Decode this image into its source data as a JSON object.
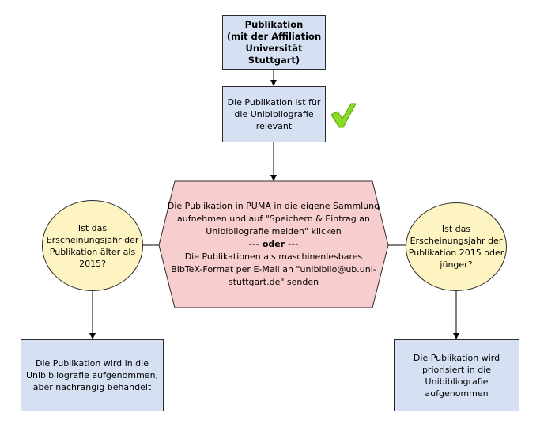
{
  "nodes": {
    "start": "Publikation\n(mit der Affiliation Universität\nStuttgart)",
    "relevant": "Die Publikation ist für\ndie Unibibliografie\nrelevant",
    "action_line1": "Die Publikation in PUMA in die eigene Sammlung\naufnehmen und auf \"Speichern & Eintrag an\nUnibibliografie melden\" klicken",
    "action_or": "--- oder ---",
    "action_line2": "Die Publikationen als maschinenlesbares\nBibTeX-Format per E-Mail an \"unibiblio@ub.uni-\nstuttgart.de\" senden",
    "question_left": "Ist das\nErscheinungsjahr der\nPublikation älter als\n2015?",
    "question_right": "Ist das\nErscheinungsjahr der\nPublikation 2015 oder\njünger?",
    "result_left": "Die Publikation wird in die\nUnibibliografie aufgenommen,\naber nachrangig behandelt",
    "result_right": "Die Publikation wird\npriorisiert in die\nUnibibliografie\naufgenommen"
  },
  "icons": {
    "check": "checkmark-icon"
  },
  "colors": {
    "box_fill": "#d6e0f3",
    "hexagon_fill": "#f8cdcd",
    "ellipse_fill": "#fef4c1",
    "check_green": "#88dd22",
    "stroke": "#2b2b2b"
  }
}
